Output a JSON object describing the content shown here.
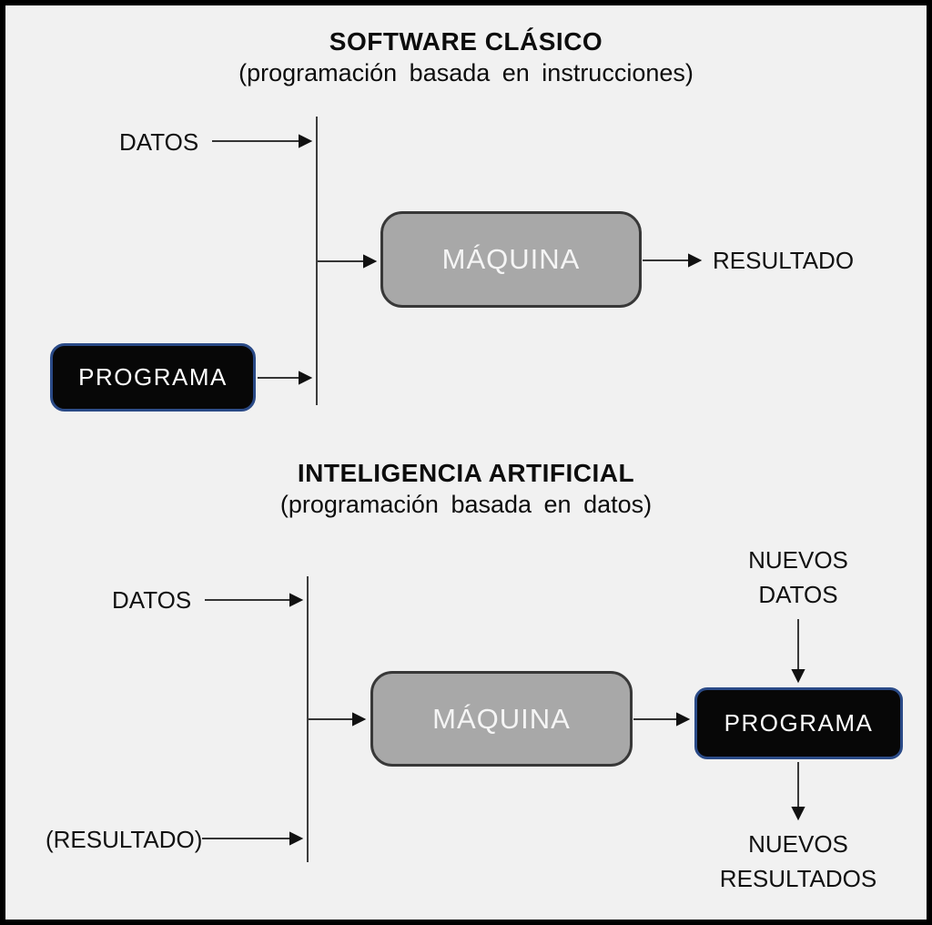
{
  "diagram": {
    "colors": {
      "background": "#f1f1f1",
      "frame_border": "#000000",
      "machine_box_fill": "#a8a8a8",
      "machine_box_border": "#383838",
      "machine_box_text": "#f5f5f5",
      "program_box_fill": "#070707",
      "program_box_border": "#2a4a87",
      "program_box_text": "#ffffff",
      "line_color": "#1a1a1a",
      "text_color": "#111111"
    },
    "section_classic": {
      "title": "SOFTWARE CLÁSICO",
      "subtitle": "(programación basada en instrucciones)",
      "datos_label": "DATOS",
      "maquina_box": "MÁQUINA",
      "resultado_label": "RESULTADO",
      "programa_box": "PROGRAMA"
    },
    "section_ai": {
      "title": "INTELIGENCIA ARTIFICIAL",
      "subtitle": "(programación basada en datos)",
      "datos_label": "DATOS",
      "nuevos_datos_label": "NUEVOS\nDATOS",
      "maquina_box": "MÁQUINA",
      "programa_box": "PROGRAMA",
      "nuevos_resultados_label": "NUEVOS\nRESULTADOS",
      "resultado_feedback_label": "(RESULTADO)"
    }
  }
}
